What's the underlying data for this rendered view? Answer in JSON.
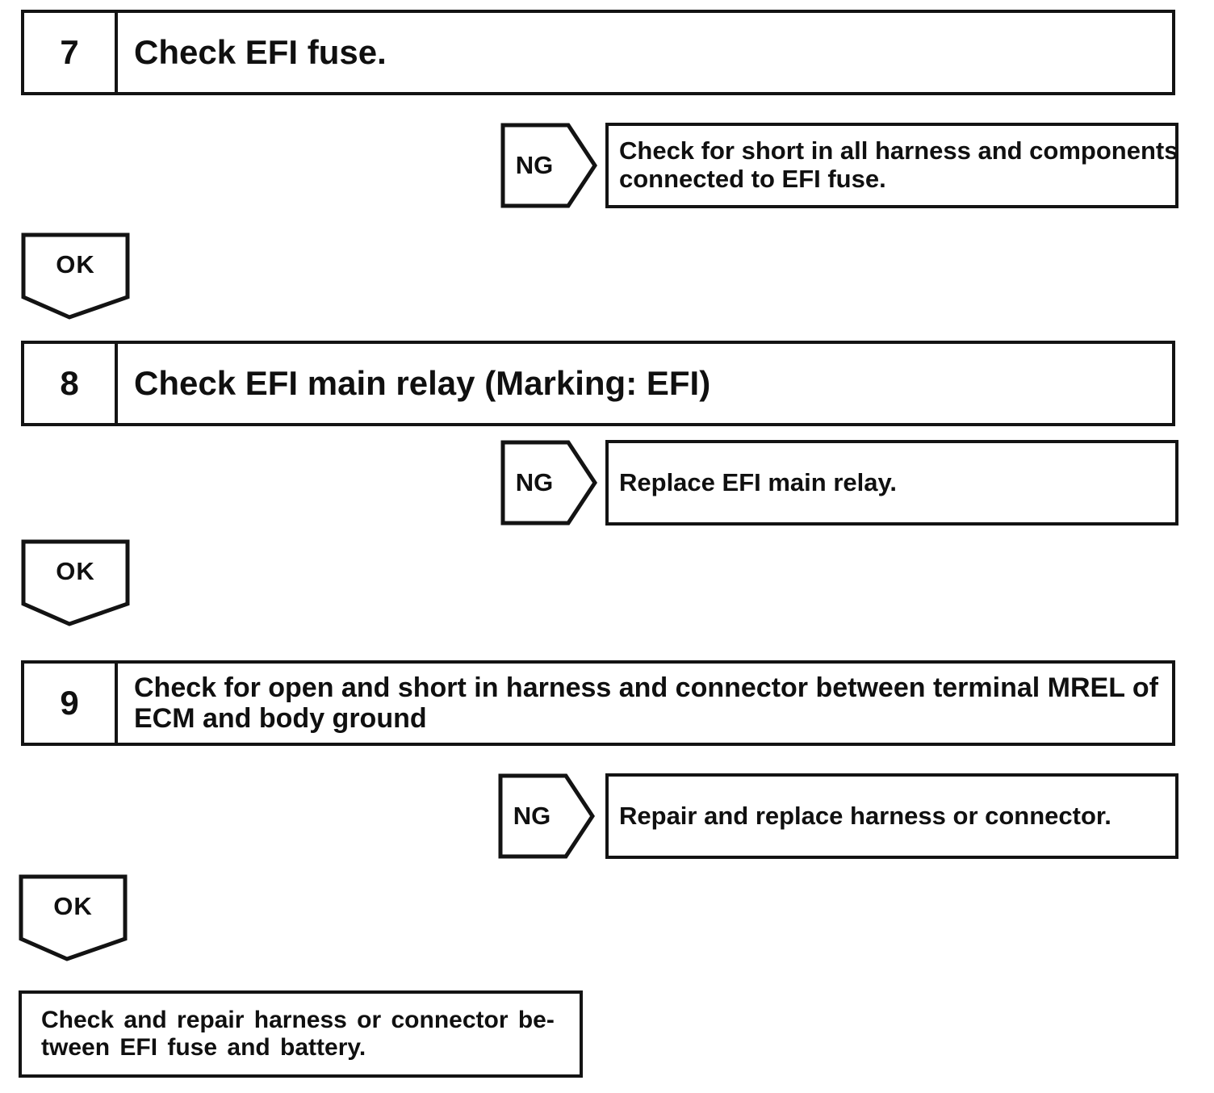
{
  "steps": [
    {
      "number": "7",
      "title_lines": [
        "Check EFI fuse."
      ],
      "ng": {
        "label": "NG",
        "result_lines": [
          "Check for short in all harness and components",
          "connected to EFI fuse."
        ]
      },
      "ok_label": "OK"
    },
    {
      "number": "8",
      "title_lines": [
        "Check EFI main relay (Marking: EFI)"
      ],
      "ng": {
        "label": "NG",
        "result_lines": [
          "Replace EFI main relay."
        ]
      },
      "ok_label": "OK"
    },
    {
      "number": "9",
      "title_lines": [
        "Check for open and short in harness and connector between terminal MREL of",
        "ECM and body ground"
      ],
      "ng": {
        "label": "NG",
        "result_lines": [
          "Repair and replace harness or connector."
        ]
      },
      "ok_label": "OK"
    }
  ],
  "final_action": {
    "lines": [
      "Check and repair harness or connector be-",
      "tween EFI fuse and battery."
    ]
  },
  "colors": {
    "line": "#131313",
    "background": "#ffffff",
    "text": "#101010"
  }
}
